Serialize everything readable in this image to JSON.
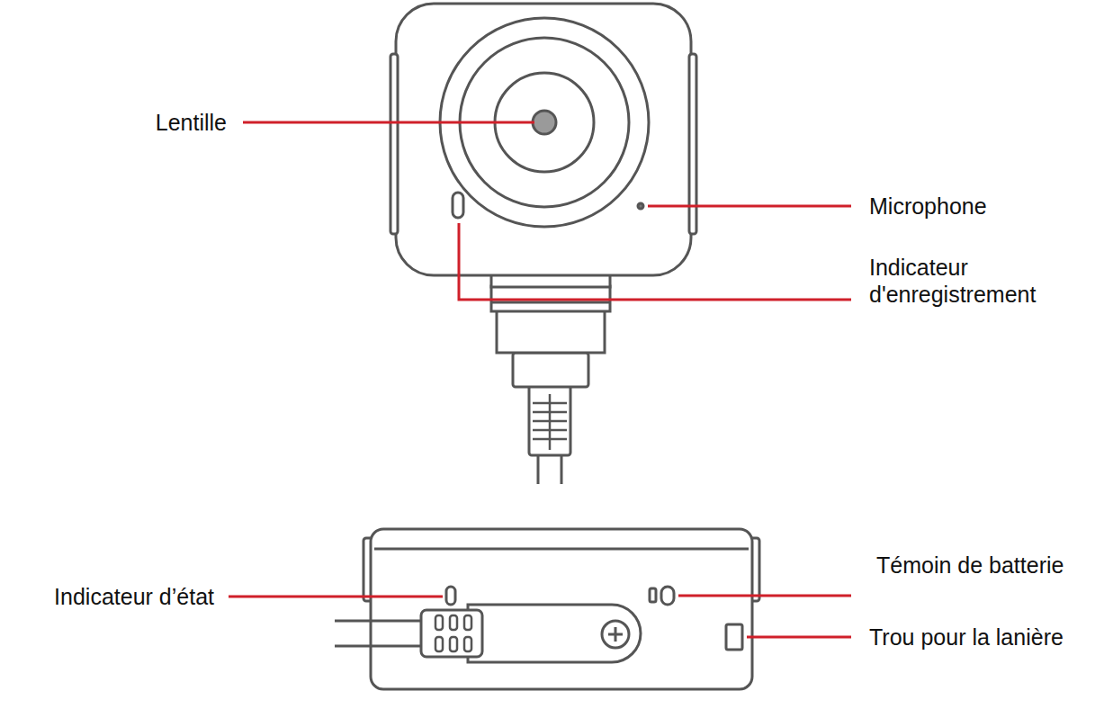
{
  "diagram": {
    "labels": [
      "Lentille",
      "Microphone",
      "Indicateur d'enregistrement",
      "Indicateur d’état",
      "Témoin de batterie",
      "Trou pour la lanière"
    ]
  }
}
